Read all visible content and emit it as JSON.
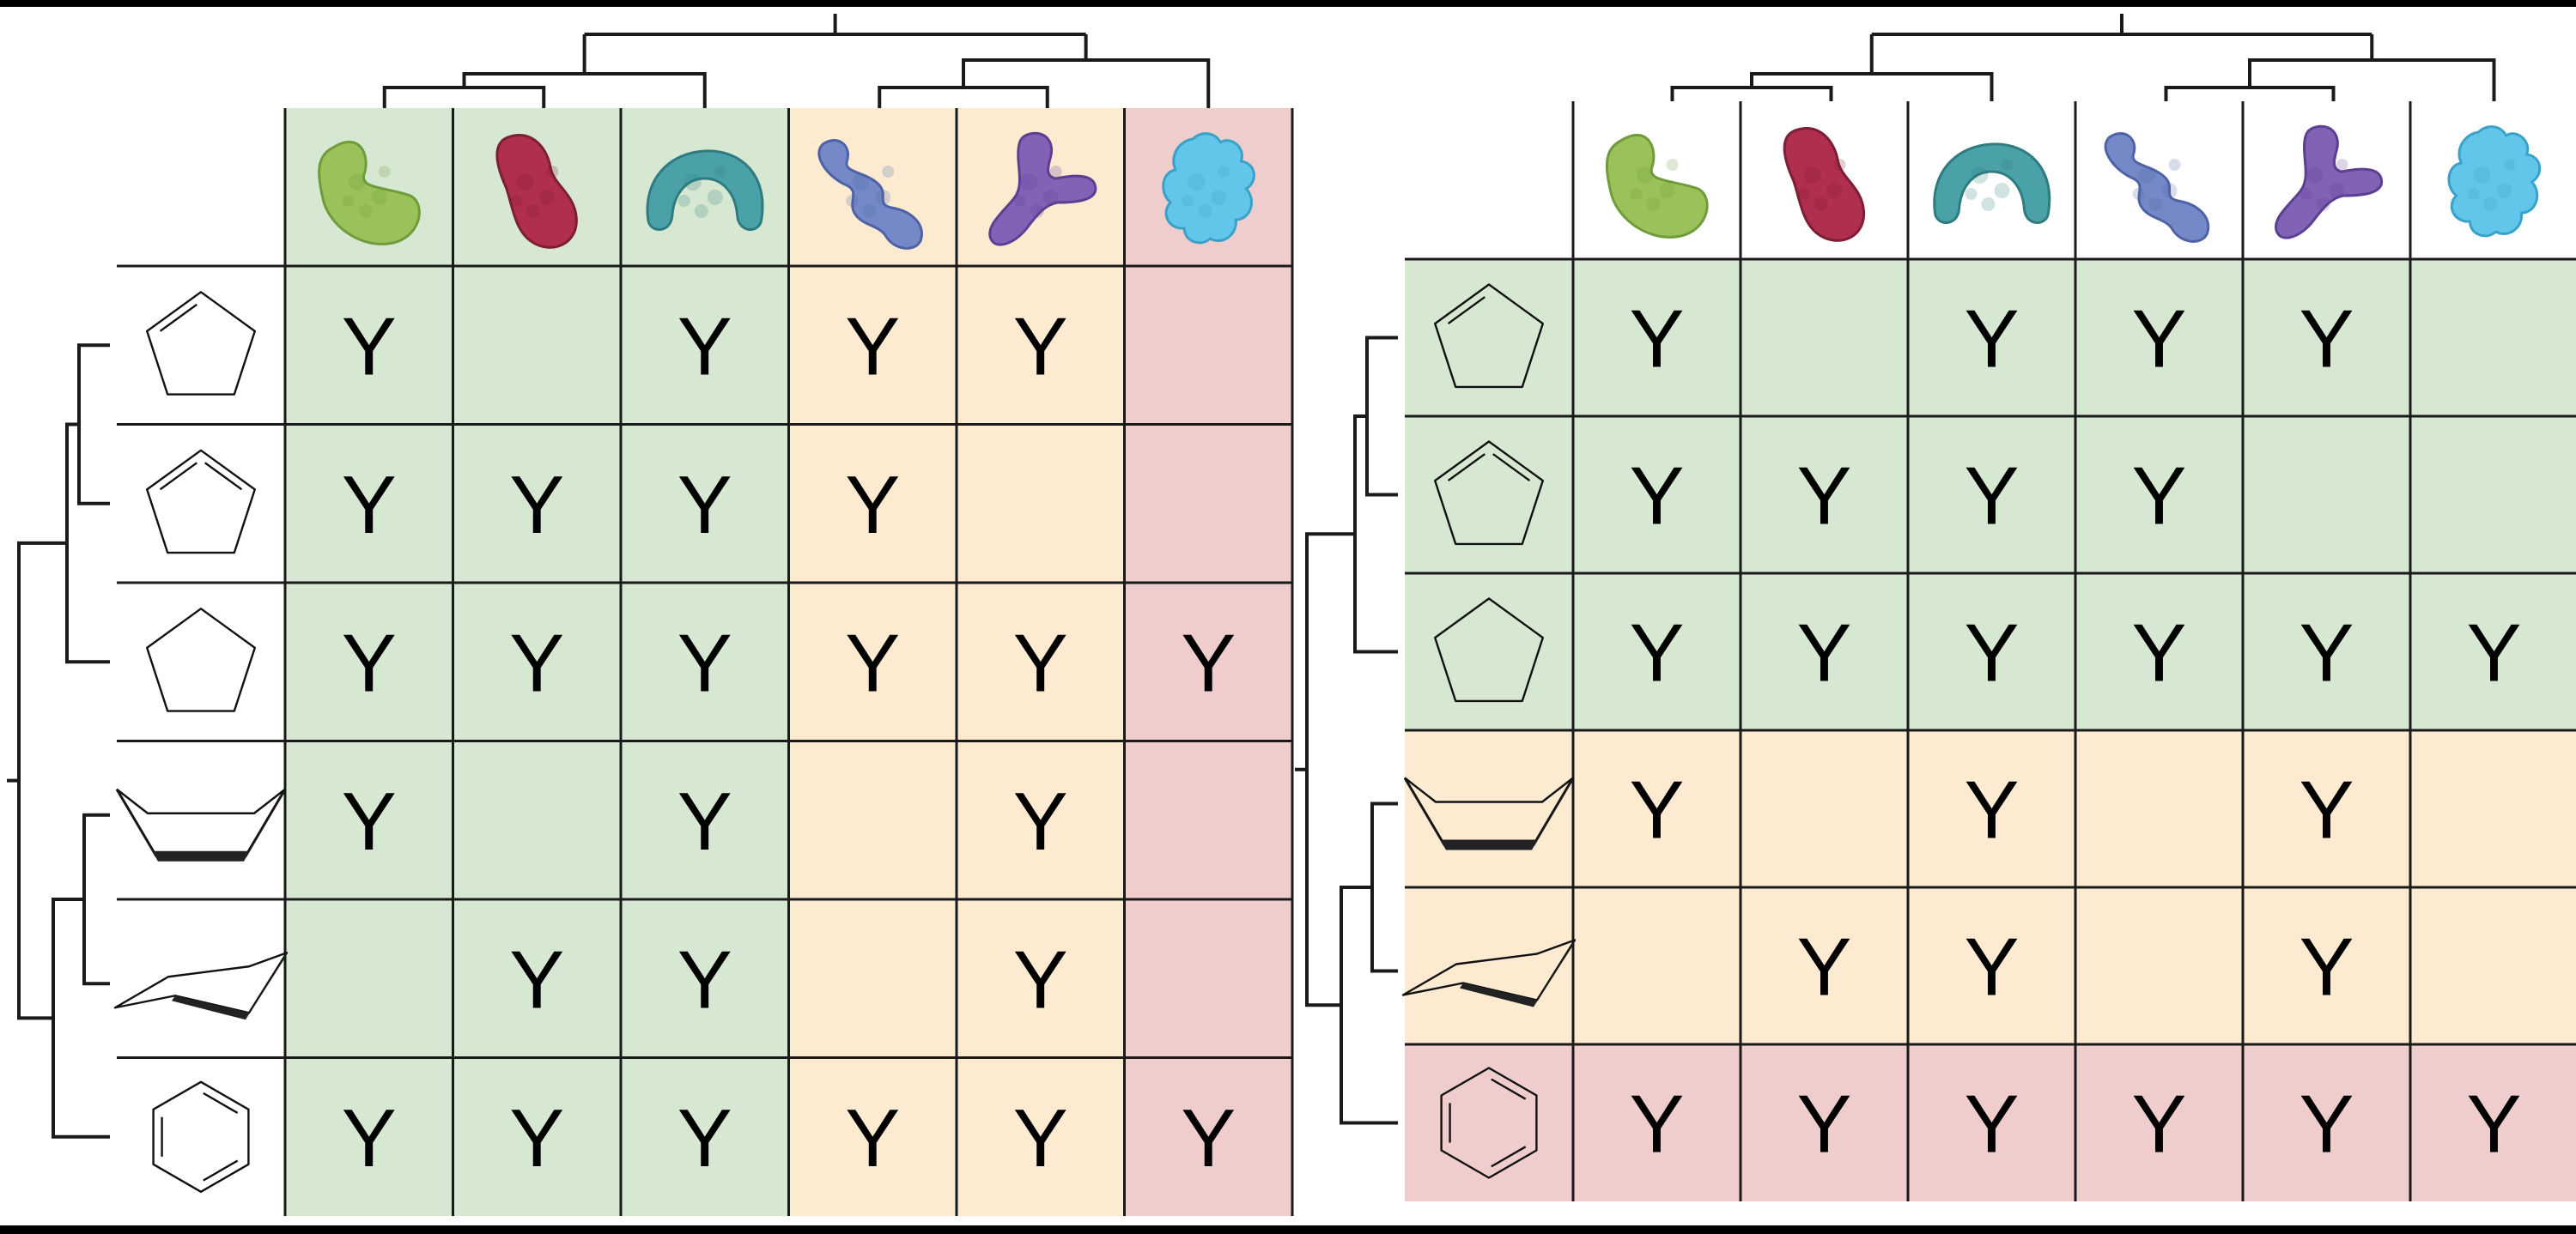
{
  "colors": {
    "green": "#d6e8d2",
    "orange": "#fcebd1",
    "red": "#efcdcc",
    "line": "#1a1a1a",
    "frame": "#000000"
  },
  "proteins": [
    {
      "name": "green-protein-icon",
      "fill": "#9bc25a",
      "shade": "#6f9c3a"
    },
    {
      "name": "crimson-protein-icon",
      "fill": "#b02e4e",
      "shade": "#7c1e34"
    },
    {
      "name": "teal-protein-icon",
      "fill": "#4aa2a8",
      "shade": "#2e7b80"
    },
    {
      "name": "blue-protein-icon",
      "fill": "#7589c8",
      "shade": "#4f62a6"
    },
    {
      "name": "purple-protein-icon",
      "fill": "#8262b7",
      "shade": "#5b3f91"
    },
    {
      "name": "cyan-protein-icon",
      "fill": "#62c6ea",
      "shade": "#3aa1c8"
    }
  ],
  "ligands": [
    {
      "name": "cyclopentene-structure"
    },
    {
      "name": "cyclopentadiene-structure"
    },
    {
      "name": "cyclopentane-structure"
    },
    {
      "name": "cyclohexane-boat-structure"
    },
    {
      "name": "cyclohexane-chair-structure"
    },
    {
      "name": "benzene-structure"
    }
  ],
  "cell_mark": "Y",
  "left_panel": {
    "color_by": "column",
    "column_colors": [
      "green",
      "green",
      "green",
      "orange",
      "orange",
      "red"
    ],
    "matrix": [
      [
        true,
        false,
        true,
        true,
        true,
        false
      ],
      [
        true,
        true,
        true,
        true,
        false,
        false
      ],
      [
        true,
        true,
        true,
        true,
        true,
        true
      ],
      [
        true,
        false,
        true,
        false,
        true,
        false
      ],
      [
        false,
        true,
        true,
        false,
        true,
        false
      ],
      [
        true,
        true,
        true,
        true,
        true,
        true
      ]
    ]
  },
  "right_panel": {
    "color_by": "row",
    "row_colors": [
      "green",
      "green",
      "green",
      "orange",
      "orange",
      "red"
    ],
    "matrix": [
      [
        true,
        false,
        true,
        true,
        true,
        false
      ],
      [
        true,
        true,
        true,
        true,
        false,
        false
      ],
      [
        true,
        true,
        true,
        true,
        true,
        true
      ],
      [
        true,
        false,
        true,
        false,
        true,
        false
      ],
      [
        false,
        true,
        true,
        false,
        true,
        false
      ],
      [
        true,
        true,
        true,
        true,
        true,
        true
      ]
    ]
  }
}
